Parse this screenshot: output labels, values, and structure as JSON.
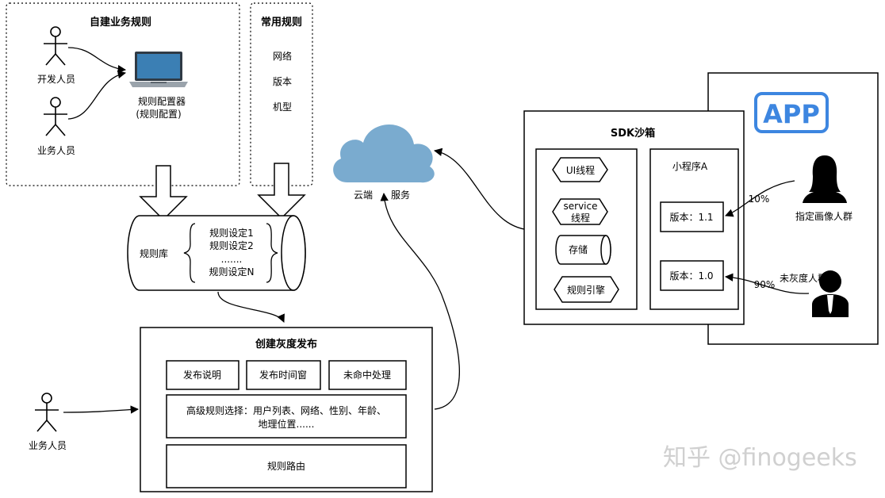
{
  "self_rules": {
    "title": "自建业务规则",
    "developer_label": "开发人员",
    "business_label": "业务人员",
    "configurator_line1": "规则配置器",
    "configurator_line2": "(规则配置)"
  },
  "common_rules": {
    "title": "常用规则",
    "items": [
      "网络",
      "版本",
      "机型"
    ]
  },
  "rule_library": {
    "label": "规则库",
    "items": [
      "规则设定1",
      "规则设定2",
      ".......",
      "规则设定N"
    ]
  },
  "cloud": {
    "label1": "云端",
    "label2": "服务"
  },
  "gray_release": {
    "title": "创建灰度发布",
    "btn1": "发布说明",
    "btn2": "发布时间窗",
    "btn3": "未命中处理",
    "advanced_line1": "高级规则选择：用户列表、网络、性别、年龄、",
    "advanced_line2": "地理位置......",
    "routing": "规则路由",
    "actor_label": "业务人员"
  },
  "sdk": {
    "title": "SDK沙箱",
    "ui_thread": "UI线程",
    "service_line1": "service",
    "service_line2": "线程",
    "storage": "存储",
    "engine": "规则引擎",
    "mini_program": "小程序A",
    "version_11": "版本：1.1",
    "version_10": "版本：1.0"
  },
  "app": {
    "logo": "APP",
    "target_group": "指定画像人群",
    "non_gray_group": "未灰度人群",
    "pct_10": "10%",
    "pct_90": "90%",
    "accent": "#3d86e0"
  },
  "watermark": "知乎 @finogeeks"
}
